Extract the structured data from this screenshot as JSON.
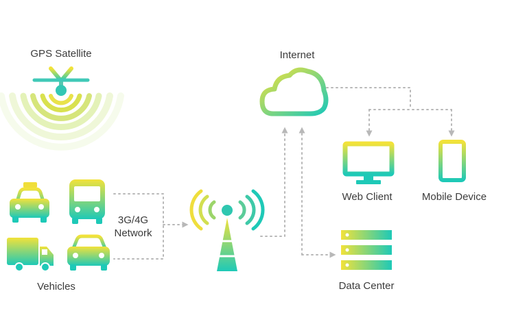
{
  "labels": {
    "gps": "GPS Satellite",
    "vehicles": "Vehicles",
    "network_line1": "3G/4G",
    "network_line2": "Network",
    "internet": "Internet",
    "web_client": "Web Client",
    "mobile_device": "Mobile Device",
    "data_center": "Data Center"
  },
  "icons": {
    "satellite": "satellite-icon",
    "signal": "satellite-signal-waves-icon",
    "taxi": "taxi-icon",
    "bus": "bus-icon",
    "truck": "truck-icon",
    "car": "car-icon",
    "tower": "cell-tower-icon",
    "cloud": "cloud-icon",
    "monitor": "monitor-icon",
    "phone": "smartphone-icon",
    "server": "server-stack-icon"
  },
  "colors": {
    "gradient_start": "#f2e23a",
    "gradient_end": "#1ec9b7",
    "connector": "#b8b8b8",
    "text": "#3b3b3b"
  }
}
